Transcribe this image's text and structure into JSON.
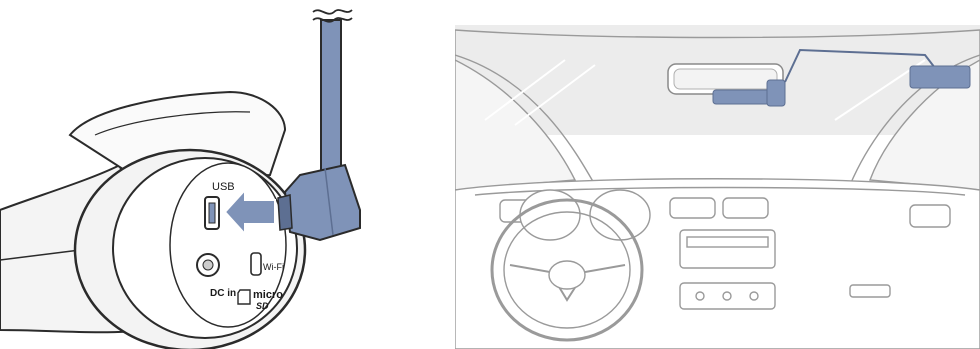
{
  "left": {
    "port_labels": {
      "usb": "USB",
      "wifi": "Wi-Fi",
      "dc_in": "DC in",
      "micro_sd_top": "micro",
      "micro_sd_bottom": "SD"
    }
  },
  "colors": {
    "cable_blue": "#7f93b8",
    "cable_blue_dark": "#5d6f92",
    "outline": "#2b2b2b",
    "car_line": "#9a9a9a"
  }
}
